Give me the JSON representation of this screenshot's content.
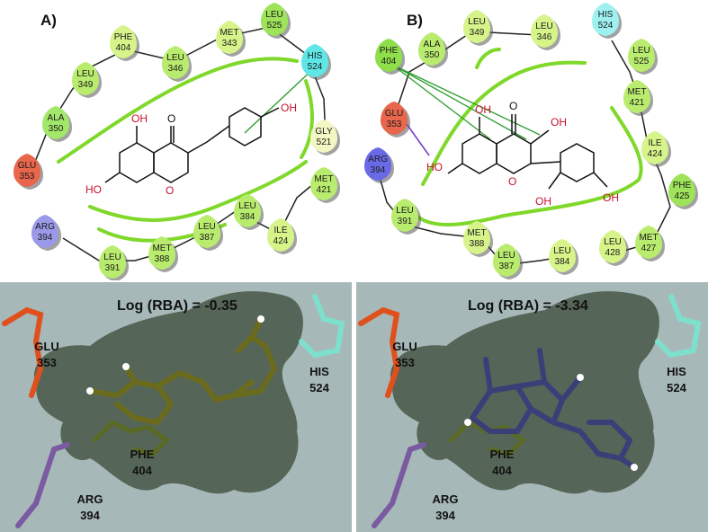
{
  "panels": {
    "a": {
      "letter": "A)",
      "atoms": {
        "oh_top": "OH",
        "o_top": "O",
        "oh_right": "OH",
        "ho_left": "HO",
        "o_ring": "O"
      },
      "residues": [
        {
          "name": "PHE",
          "num": "404",
          "color": "#d6f48a"
        },
        {
          "name": "MET",
          "num": "343",
          "color": "#d6f48a"
        },
        {
          "name": "LEU",
          "num": "525",
          "color": "#9ee35a"
        },
        {
          "name": "LEU",
          "num": "346",
          "color": "#b9ec6e"
        },
        {
          "name": "LEU",
          "num": "349",
          "color": "#b9ec6e"
        },
        {
          "name": "HIS",
          "num": "524",
          "color": "#5fe6e6"
        },
        {
          "name": "ALA",
          "num": "350",
          "color": "#a3e76a"
        },
        {
          "name": "GLY",
          "num": "521",
          "color": "#f2f7c4"
        },
        {
          "name": "GLU",
          "num": "353",
          "color": "#e8664c"
        },
        {
          "name": "MET",
          "num": "421",
          "color": "#b9ec6e"
        },
        {
          "name": "LEU",
          "num": "384",
          "color": "#b9ec6e"
        },
        {
          "name": "ARG",
          "num": "394",
          "color": "#9a9ae8"
        },
        {
          "name": "LEU",
          "num": "387",
          "color": "#b9ec6e"
        },
        {
          "name": "ILE",
          "num": "424",
          "color": "#d6f48a"
        },
        {
          "name": "MET",
          "num": "388",
          "color": "#b9ec6e"
        },
        {
          "name": "LEU",
          "num": "391",
          "color": "#b9ec6e"
        }
      ]
    },
    "b": {
      "letter": "B)",
      "atoms": {
        "oh_top": "OH",
        "o_top": "O",
        "oh_right": "OH",
        "ho_left": "HO",
        "o_ring": "O",
        "oh_b1": "OH",
        "oh_b2": "OH"
      },
      "residues": [
        {
          "name": "LEU",
          "num": "349",
          "color": "#d6f48a"
        },
        {
          "name": "LEU",
          "num": "346",
          "color": "#d6f48a"
        },
        {
          "name": "HIS",
          "num": "524",
          "color": "#9ff0f0"
        },
        {
          "name": "PHE",
          "num": "404",
          "color": "#8fdf4a"
        },
        {
          "name": "ALA",
          "num": "350",
          "color": "#b9ec6e"
        },
        {
          "name": "LEU",
          "num": "525",
          "color": "#b9ec6e"
        },
        {
          "name": "GLU",
          "num": "353",
          "color": "#e8664c"
        },
        {
          "name": "MET",
          "num": "421",
          "color": "#b9ec6e"
        },
        {
          "name": "ARG",
          "num": "394",
          "color": "#6a6ae6"
        },
        {
          "name": "ILE",
          "num": "424",
          "color": "#d6f48a"
        },
        {
          "name": "PHE",
          "num": "425",
          "color": "#9ee35a"
        },
        {
          "name": "LEU",
          "num": "391",
          "color": "#b9ec6e"
        },
        {
          "name": "MET",
          "num": "388",
          "color": "#d6f48a"
        },
        {
          "name": "LEU",
          "num": "428",
          "color": "#d6f48a"
        },
        {
          "name": "MET",
          "num": "427",
          "color": "#b9ec6e"
        },
        {
          "name": "LEU",
          "num": "387",
          "color": "#b9ec6e"
        },
        {
          "name": "LEU",
          "num": "384",
          "color": "#d6f48a"
        }
      ]
    },
    "c": {
      "title": "Log (RBA) = -0.35",
      "labels": [
        {
          "name": "GLU",
          "num": "353"
        },
        {
          "name": "HIS",
          "num": "524"
        },
        {
          "name": "PHE",
          "num": "404"
        },
        {
          "name": "ARG",
          "num": "394"
        }
      ]
    },
    "d": {
      "title": "Log (RBA) = -3.34",
      "labels": [
        {
          "name": "GLU",
          "num": "353"
        },
        {
          "name": "HIS",
          "num": "524"
        },
        {
          "name": "PHE",
          "num": "404"
        },
        {
          "name": "ARG",
          "num": "394"
        }
      ]
    }
  },
  "colors": {
    "pocket_outline": "#7fd82a",
    "pocket_surface": "#4a5a4a",
    "background_3d": "#a7b8b8",
    "genistein_stick": "#6b6b1e",
    "kaempferol_stick": "#3a3f78",
    "glu_stick": "#e0501c",
    "his_stick": "#7ee0cc",
    "arg_stick": "#7a5aa0",
    "phe_stick": "#5a6a24",
    "pi_interaction": "#2e9e2e",
    "hbond": "#7a3fc8",
    "oxygen": "#c8102e"
  }
}
